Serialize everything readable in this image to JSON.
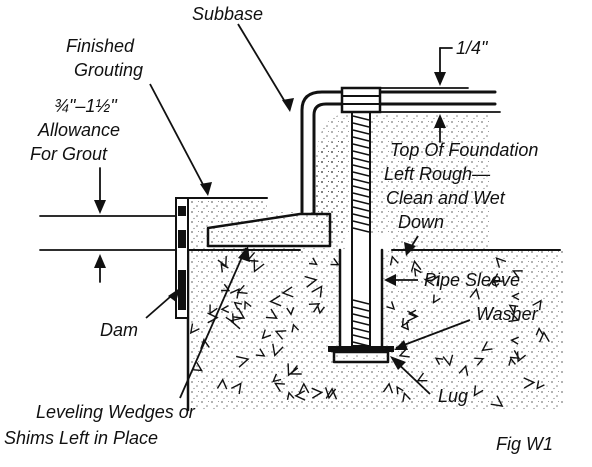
{
  "labels": {
    "subbase": "Subbase",
    "finished_grouting_1": "Finished",
    "finished_grouting_2": "Grouting",
    "gap": "1/4\"",
    "allowance_1": "¾\"–1½\"",
    "allowance_2": "Allowance",
    "allowance_3": "For Grout",
    "top_foundation_1": "Top Of Foundation",
    "top_foundation_2": "Left Rough—",
    "top_foundation_3": "Clean and Wet",
    "top_foundation_4": "Down",
    "pipe_sleeve": "Pipe Sleeve",
    "washer": "Washer",
    "dam": "Dam",
    "lug": "Lug",
    "wedges_1": "Leveling Wedges or",
    "wedges_2": "Shims Left in Place",
    "figure": "Fig W1"
  },
  "colors": {
    "ink": "#111111",
    "paper": "#ffffff"
  }
}
